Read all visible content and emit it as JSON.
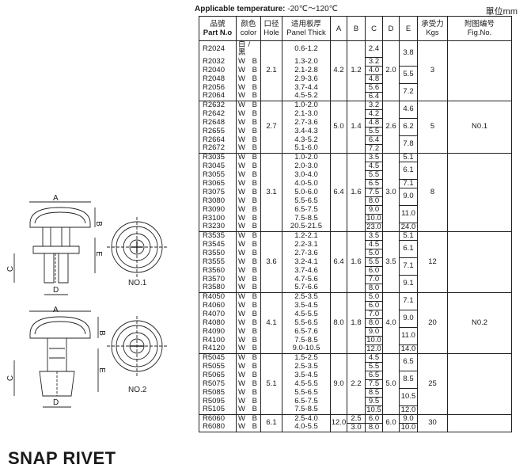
{
  "header": {
    "temp_label": "Applicable temperature:",
    "temp_range": "-20℃～120℃",
    "unit": "單位mm"
  },
  "columns": {
    "part_cn": "品號",
    "part_en": "Part N.o",
    "color_cn": "颜色",
    "color_en": "color",
    "hole_cn": "口径",
    "hole_en": "Hole",
    "panel_cn": "适用板厚",
    "panel_en": "Panel Thick",
    "a": "A",
    "b": "B",
    "c": "C",
    "d": "D",
    "e": "E",
    "kgs_cn": "承受力",
    "kgs_en": "Kgs",
    "fig_cn": "附图编号",
    "fig_en": "Fig.No."
  },
  "figures": {
    "fig1_label": "NO.1",
    "fig2_label": "NO.2",
    "dim_a": "A",
    "dim_b": "B",
    "dim_c": "C",
    "dim_d": "D",
    "dim_e": "E"
  },
  "title": "SNAP RIVET",
  "groups": [
    {
      "hole": "2.1",
      "a": "4.2",
      "b": "1.2",
      "d": "2.0",
      "kgs": "3",
      "fig": "",
      "rows": [
        {
          "part": "R2024",
          "color": "白/黑",
          "panel": "0.6-1.2",
          "c": "2.4"
        },
        {
          "part": "R2032",
          "color": "W B",
          "panel": "1.3-2.0",
          "c": "3.2"
        },
        {
          "part": "R2040",
          "color": "W B",
          "panel": "2.1-2.8",
          "c": "4.0"
        },
        {
          "part": "R2048",
          "color": "W B",
          "panel": "2.9-3.6",
          "c": "4.8"
        },
        {
          "part": "R2056",
          "color": "W B",
          "panel": "3.7-4.4",
          "c": "5.6"
        },
        {
          "part": "R2064",
          "color": "W B",
          "panel": "4.5-5.2",
          "c": "6.4"
        }
      ],
      "e_cells": [
        {
          "v": "3.8",
          "span": 2
        },
        {
          "v": "5.5",
          "span": 2
        },
        {
          "v": "7.2",
          "span": 2
        }
      ]
    },
    {
      "hole": "2.7",
      "a": "5.0",
      "b": "1.4",
      "d": "2.6",
      "kgs": "5",
      "fig": "N0.1",
      "rows": [
        {
          "part": "R2632",
          "color": "W B",
          "panel": "1.0-2.0",
          "c": "3.2"
        },
        {
          "part": "R2642",
          "color": "W B",
          "panel": "2.1-3.0",
          "c": "4.2"
        },
        {
          "part": "R2648",
          "color": "W B",
          "panel": "2.7-3.6",
          "c": "4.8"
        },
        {
          "part": "R2655",
          "color": "W B",
          "panel": "3.4-4.3",
          "c": "5.5"
        },
        {
          "part": "R2664",
          "color": "W B",
          "panel": "4.3-5.2",
          "c": "6.4"
        },
        {
          "part": "R2672",
          "color": "W B",
          "panel": "5.1-6.0",
          "c": "7.2"
        }
      ],
      "e_cells": [
        {
          "v": "4.6",
          "span": 2
        },
        {
          "v": "6.2",
          "span": 2
        },
        {
          "v": "7.8",
          "span": 2
        }
      ]
    },
    {
      "hole": "3.1",
      "a": "6.4",
      "b": "1.6",
      "d": "3.0",
      "kgs": "8",
      "fig": "",
      "rows": [
        {
          "part": "R3035",
          "color": "W B",
          "panel": "1.0-2.0",
          "c": "3.5"
        },
        {
          "part": "R3045",
          "color": "W B",
          "panel": "2.0-3.0",
          "c": "4.5"
        },
        {
          "part": "R3055",
          "color": "W B",
          "panel": "3.0-4.0",
          "c": "5.5"
        },
        {
          "part": "R3065",
          "color": "W B",
          "panel": "4.0-5.0",
          "c": "6.5"
        },
        {
          "part": "R3075",
          "color": "W B",
          "panel": "5.0-6.0",
          "c": "7.5"
        },
        {
          "part": "R3080",
          "color": "W B",
          "panel": "5.5-6.5",
          "c": "8.0"
        },
        {
          "part": "R3090",
          "color": "W B",
          "panel": "6.5-7.5",
          "c": "9.0"
        },
        {
          "part": "R3100",
          "color": "W B",
          "panel": "7.5-8.5",
          "c": "10.0"
        },
        {
          "part": "R3230",
          "color": "W B",
          "panel": "20.5-21.5",
          "c": "23.0"
        }
      ],
      "e_cells": [
        {
          "v": "5.1",
          "span": 1
        },
        {
          "v": "6.1",
          "span": 2
        },
        {
          "v": "7.1",
          "span": 1
        },
        {
          "v": "9.0",
          "span": 2
        },
        {
          "v": "11.0",
          "span": 2
        },
        {
          "v": "24.0",
          "span": 1
        }
      ]
    },
    {
      "hole": "3.6",
      "a": "6.4",
      "b": "1.6",
      "d": "3.5",
      "kgs": "12",
      "fig": "",
      "rows": [
        {
          "part": "R3535",
          "color": "W B",
          "panel": "1.2-2.1",
          "c": "3.5"
        },
        {
          "part": "R3545",
          "color": "W B",
          "panel": "2.2-3.1",
          "c": "4.5"
        },
        {
          "part": "R3550",
          "color": "W B",
          "panel": "2.7-3.6",
          "c": "5.0"
        },
        {
          "part": "R3555",
          "color": "W B",
          "panel": "3.2-4.1",
          "c": "5.5"
        },
        {
          "part": "R3560",
          "color": "W B",
          "panel": "3.7-4.6",
          "c": "6.0"
        },
        {
          "part": "R3570",
          "color": "W B",
          "panel": "4.7-5.6",
          "c": "7.0"
        },
        {
          "part": "R3580",
          "color": "W B",
          "panel": "5.7-6.6",
          "c": "8.0"
        }
      ],
      "e_cells": [
        {
          "v": "5.1",
          "span": 1
        },
        {
          "v": "6.1",
          "span": 2
        },
        {
          "v": "7.1",
          "span": 2
        },
        {
          "v": "9.1",
          "span": 2
        }
      ]
    },
    {
      "hole": "4.1",
      "a": "8.0",
      "b": "1.8",
      "d": "4.0",
      "kgs": "20",
      "fig": "N0.2",
      "rows": [
        {
          "part": "R4050",
          "color": "W B",
          "panel": "2.5-3.5",
          "c": "5.0"
        },
        {
          "part": "R4060",
          "color": "W B",
          "panel": "3.5-4.5",
          "c": "6.0"
        },
        {
          "part": "R4070",
          "color": "W B",
          "panel": "4.5-5.5",
          "c": "7.0"
        },
        {
          "part": "R4080",
          "color": "W B",
          "panel": "5.5-6.5",
          "c": "8.0"
        },
        {
          "part": "R4090",
          "color": "W B",
          "panel": "6.5-7.6",
          "c": "9.0"
        },
        {
          "part": "R4100",
          "color": "W B",
          "panel": "7.5-8.5",
          "c": "10.0"
        },
        {
          "part": "R4120",
          "color": "W B",
          "panel": "9.0-10.5",
          "c": "12.0"
        }
      ],
      "e_cells": [
        {
          "v": "7.1",
          "span": 2
        },
        {
          "v": "9.0",
          "span": 2
        },
        {
          "v": "11.0",
          "span": 2
        },
        {
          "v": "14.0",
          "span": 1
        }
      ]
    },
    {
      "hole": "5.1",
      "a": "9.0",
      "b": "2.2",
      "d": "5.0",
      "kgs": "25",
      "fig": "",
      "rows": [
        {
          "part": "R5045",
          "color": "W B",
          "panel": "1.5-2.5",
          "c": "4.5"
        },
        {
          "part": "R5055",
          "color": "W B",
          "panel": "2.5-3.5",
          "c": "5.5"
        },
        {
          "part": "R5065",
          "color": "W B",
          "panel": "3.5-4.5",
          "c": "6.5"
        },
        {
          "part": "R5075",
          "color": "W B",
          "panel": "4.5-5.5",
          "c": "7.5"
        },
        {
          "part": "R5085",
          "color": "W B",
          "panel": "5.5-6.5",
          "c": "8.5"
        },
        {
          "part": "R5095",
          "color": "W B",
          "panel": "6.5-7.5",
          "c": "9.5"
        },
        {
          "part": "R5105",
          "color": "W B",
          "panel": "7.5-8.5",
          "c": "10.5"
        }
      ],
      "e_cells": [
        {
          "v": "6.5",
          "span": 2
        },
        {
          "v": "8.5",
          "span": 2
        },
        {
          "v": "10.5",
          "span": 2
        },
        {
          "v": "12.0",
          "span": 1
        }
      ]
    },
    {
      "hole": "6.1",
      "a": "12.0",
      "b": "",
      "d": "6.0",
      "kgs": "30",
      "fig": "",
      "rows": [
        {
          "part": "R6060",
          "color": "W B",
          "panel": "2.5-4.0",
          "c": "6.0",
          "b": "2.5"
        },
        {
          "part": "R6080",
          "color": "W B",
          "panel": "4.0-5.5",
          "c": "8.0",
          "b": "3.0"
        }
      ],
      "e_cells": [
        {
          "v": "9.0",
          "span": 1
        },
        {
          "v": "10.0",
          "span": 1
        }
      ]
    }
  ]
}
